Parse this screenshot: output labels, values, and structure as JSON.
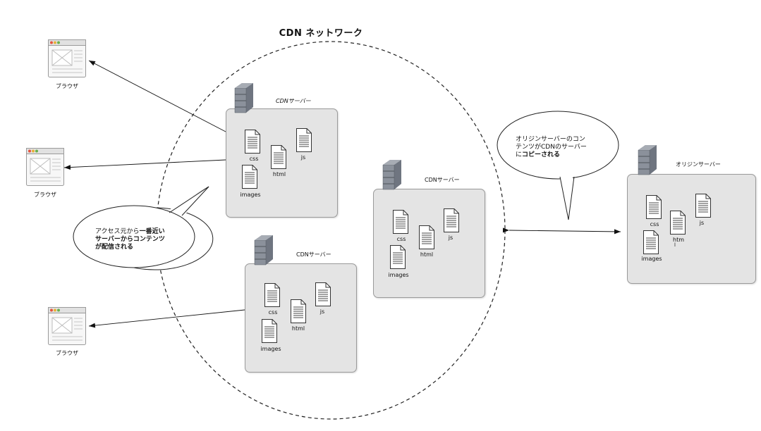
{
  "network_title": "CDN ネットワーク",
  "browser_label": "ブラウザ",
  "cdn_server_label": "CDNサーバー",
  "origin_server_label": "オリジンサーバー",
  "files": {
    "css": "css",
    "html": "html",
    "html_truncated": "htm",
    "html_truncated_tail": "l",
    "js": "js",
    "images": "images"
  },
  "bubble_left": {
    "line1_normal": "アクセス元から",
    "line1_bold": "一番近い",
    "line2_bold": "サーバーからコンテンツ",
    "line3_bold": "が配信される"
  },
  "bubble_right": {
    "line1": "オリジンサーバーのコン",
    "line2": "テンツがCDNのサーバー",
    "line3_normal": "に",
    "line3_bold": "コピーされる"
  }
}
